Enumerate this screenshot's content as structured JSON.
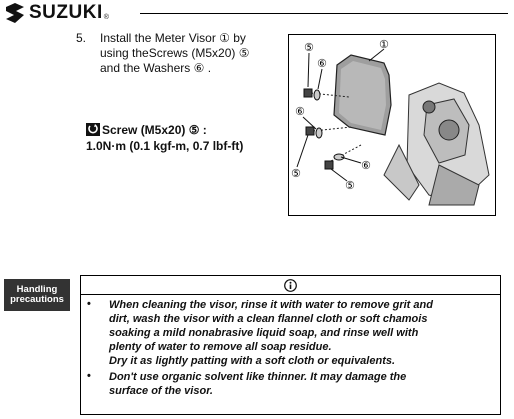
{
  "header": {
    "brand": "SUZUKI",
    "registered": "®"
  },
  "step": {
    "number": "5.",
    "lines": [
      "Install the Meter Visor ① by",
      "using theScrews (M5x20) ⑤",
      "and the Washers ⑥ ."
    ]
  },
  "torque": {
    "label": "Screw (M5x20) ⑤ :",
    "value": "1.0N·m (0.1 kgf-m, 0.7 lbf-ft)"
  },
  "figure": {
    "callouts": {
      "visor": "①",
      "screw_top": "⑤",
      "washer_top": "⑥",
      "washer_mid": "⑥",
      "screw_left": "⑤",
      "washer_low": "⑥",
      "screw_low": "⑤"
    }
  },
  "precautions": {
    "label_line1": "Handling",
    "label_line2": "precautions",
    "info_icon": "info-icon",
    "items": [
      {
        "lines": [
          "When cleaning the visor, rinse it with water to remove grit and",
          "dirt, wash the visor with a clean flannel cloth or soft chamois",
          "soaking a mild nonabrasive liquid soap, and rinse well with",
          "plenty of water to remove all soap residue.",
          "Dry it as lightly patting with a soft cloth or equivalents."
        ]
      },
      {
        "lines": [
          "Don't use organic solvent like thinner. It may damage the",
          "surface of the visor."
        ]
      }
    ]
  }
}
